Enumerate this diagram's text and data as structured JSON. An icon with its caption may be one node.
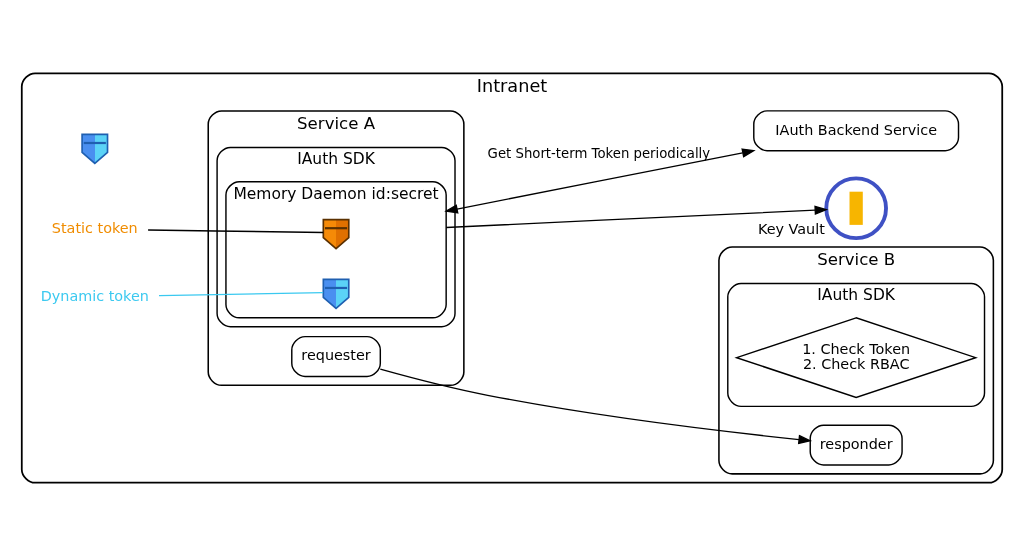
{
  "diagram": {
    "nodes": [
      {
        "text": [
          "Intranet"
        ]
      },
      {
        "text": [
          "Service A"
        ],
        "in": 0
      },
      {
        "text": [
          "requester"
        ],
        "in": 1
      },
      {
        "text": [
          "IAuth SDK"
        ],
        "in": 1
      },
      {
        "text": [
          "Memory Daemon id:secret"
        ],
        "in": 3
      },
      {
        "text": [],
        "shape": "picture",
        "in": 4
      },
      {
        "text": [],
        "shape": "picture",
        "in": 4
      },
      {
        "text": [],
        "shape": "picture",
        "in": 0
      },
      {
        "text": [
          "Key Vault"
        ],
        "in": 0
      },
      {
        "text": [
          "Static token"
        ],
        "in": 0
      },
      {
        "text": [
          "Dynamic token"
        ],
        "in": 0
      },
      {
        "text": [
          "Service B"
        ],
        "in": 0
      },
      {
        "text": [
          "responder"
        ],
        "in": 11
      },
      {
        "text": [
          "IAuth SDK"
        ],
        "in": 11
      },
      {
        "text": [
          "1. Check Token",
          "2. Check RBAC"
        ],
        "in": 13
      },
      {
        "text": [
          "IAuth Backend Service"
        ],
        "in": 0
      }
    ],
    "edges": [
      {
        "from": 2,
        "to": 12,
        "arrow": "to"
      },
      {
        "from": 4,
        "to": 8,
        "arrow": "to"
      },
      {
        "from": 9,
        "to": 5,
        "arrow": "none"
      },
      {
        "from": 10,
        "to": 6,
        "arrow": "none",
        "color": "#3bc9f0"
      },
      {
        "from": 4,
        "to": 15,
        "arrow": "both",
        "label": "Get Short-term Token periodically"
      }
    ]
  }
}
